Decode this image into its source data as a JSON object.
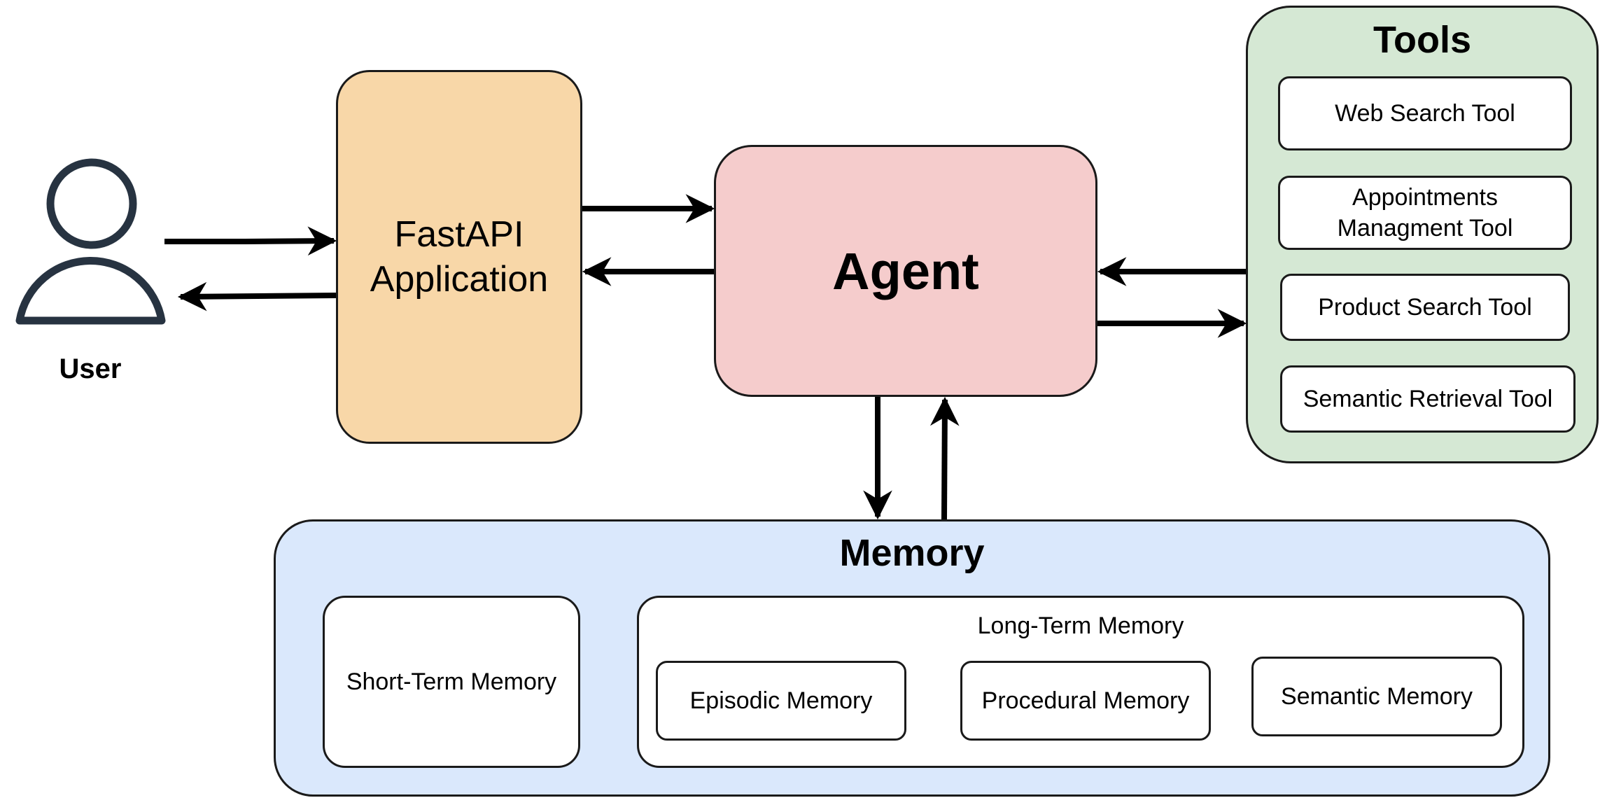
{
  "colors": {
    "fastapi_fill": "#f8d7a8",
    "agent_fill": "#f5cccc",
    "tools_fill": "#d5e8d4",
    "memory_fill": "#dae8fc",
    "stroke": "#000000",
    "user_icon": "#273341"
  },
  "user": {
    "icon": "user-icon",
    "label": "User"
  },
  "fastapi": {
    "line1": "FastAPI",
    "line2": "Application"
  },
  "agent": {
    "label": "Agent"
  },
  "tools": {
    "title": "Tools",
    "items": [
      {
        "label": "Web Search Tool"
      },
      {
        "label": "Appointments Managment Tool",
        "line1": "Appointments",
        "line2": "Managment Tool"
      },
      {
        "label": "Product Search Tool"
      },
      {
        "label": "Semantic Retrieval Tool"
      }
    ]
  },
  "memory": {
    "title": "Memory",
    "short_term": "Short-Term Memory",
    "long_term": {
      "title": "Long-Term Memory",
      "items": [
        {
          "label": "Episodic Memory"
        },
        {
          "label": "Procedural Memory"
        },
        {
          "label": "Semantic Memory"
        }
      ]
    }
  }
}
